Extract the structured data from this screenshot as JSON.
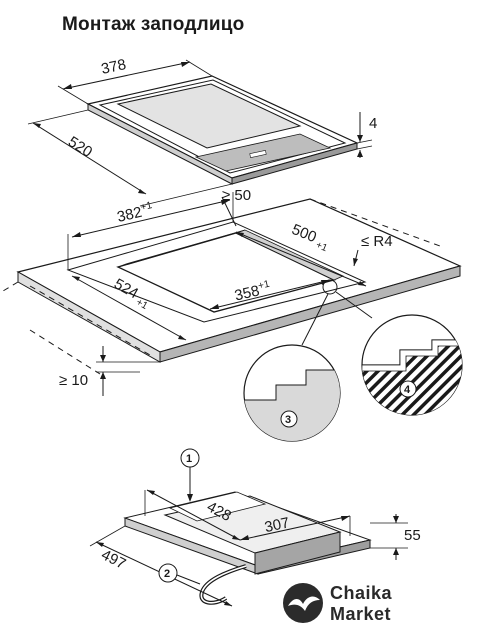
{
  "title": "Монтаж заподлицо",
  "dimensions": {
    "width_378": "378",
    "depth_520": "520",
    "height_4": "4",
    "min_50": "≥ 50",
    "cut_382": "382",
    "cut_382_tol": "+1",
    "cut_500": "500",
    "cut_500_tol": "+1",
    "radius_r4": "≤ R4",
    "cut_358": "358",
    "cut_358_tol": "+1",
    "cut_524": "524",
    "cut_524_tol": "+1",
    "min_10": "≥ 10",
    "box_428": "428",
    "box_307": "307",
    "box_55": "55",
    "box_497": "497"
  },
  "callouts": {
    "c1": "1",
    "c2": "2",
    "c3": "3",
    "c4": "4"
  },
  "watermark": {
    "line1": "Chaika",
    "line2": "Market"
  },
  "colors": {
    "line": "#1a1a1a",
    "panel": "#d6d6d6",
    "panel_dark": "#9a9a9a",
    "hatch": "#1a1a1a"
  }
}
